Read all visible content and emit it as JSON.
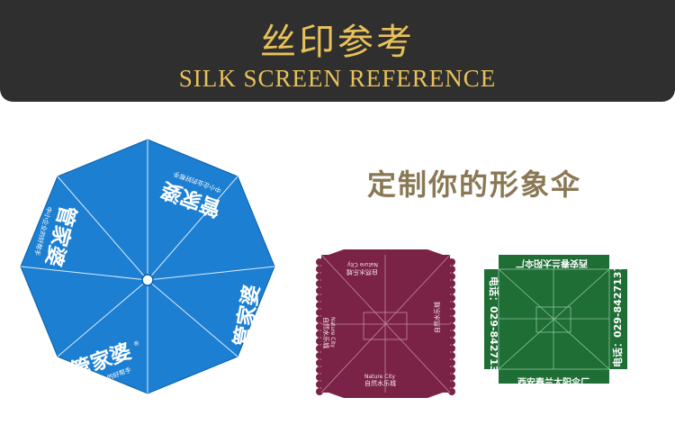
{
  "banner": {
    "title": "丝印参考",
    "subtitle": "SILK SCREEN REFERENCE",
    "title_color": "#e8c15a",
    "background": "#2f2f2f"
  },
  "slogan": {
    "text": "定制你的形象伞",
    "color": "#8a7855"
  },
  "umbrella": {
    "color": "#1c7fd2",
    "logo": "管家婆",
    "logo_reg": "®",
    "tagline": "中小企业的好帮手"
  },
  "maroon_canopy": {
    "color": "#7b2346",
    "brand_en": "Nature City",
    "brand_cn": "自然水乐城"
  },
  "green_canopy": {
    "color": "#1e6e35",
    "phone": "电话：029-84271371",
    "company": "西安春兰太阳伞厂"
  }
}
